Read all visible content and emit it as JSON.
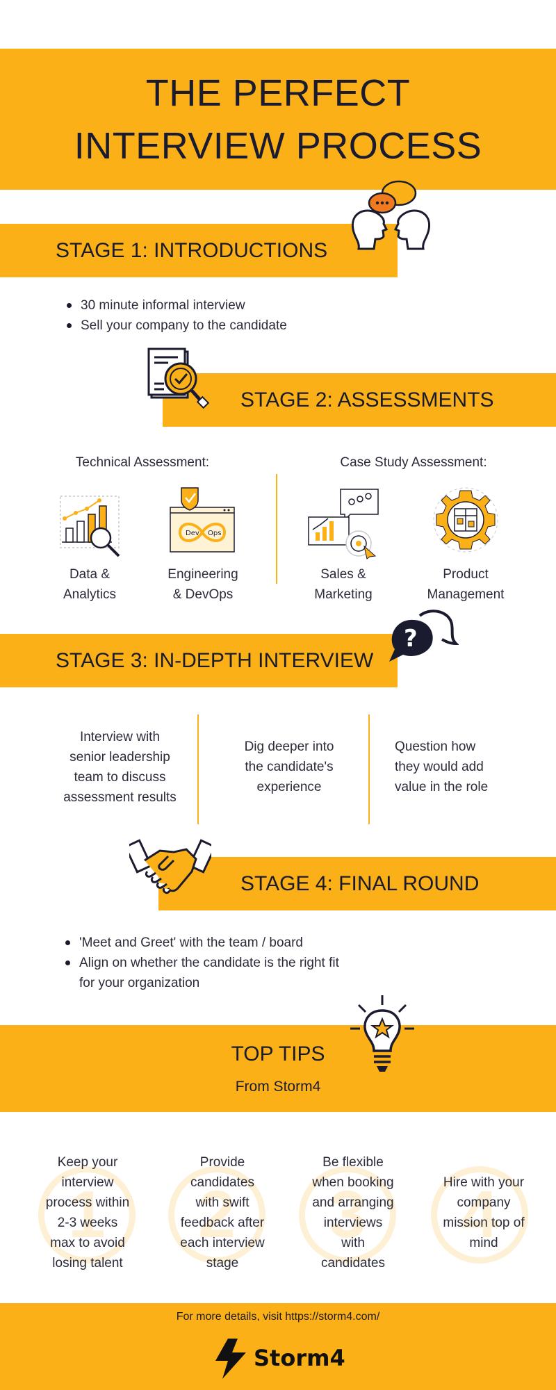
{
  "title": {
    "line1": "THE PERFECT",
    "line2": "INTERVIEW PROCESS"
  },
  "stage1": {
    "title": "STAGE 1: INTRODUCTIONS",
    "bullets": [
      "30 minute informal interview",
      "Sell your company to the candidate"
    ],
    "icon": "heads-speech-bubble-icon"
  },
  "stage2": {
    "title": "STAGE 2: ASSESSMENTS",
    "icon": "document-magnifier-check-icon",
    "technical_heading": "Technical Assessment:",
    "case_heading": "Case Study Assessment:",
    "items": [
      {
        "line1": "Data &",
        "line2": "Analytics",
        "icon": "chart-magnifier-icon"
      },
      {
        "line1": "Engineering",
        "line2": "& DevOps",
        "icon": "devops-infinity-icon"
      },
      {
        "line1": "Sales &",
        "line2": "Marketing",
        "icon": "sales-chart-target-icon"
      },
      {
        "line1": "Product",
        "line2": "Management",
        "icon": "gear-box-icon"
      }
    ]
  },
  "stage3": {
    "title": "STAGE 3: IN-DEPTH INTERVIEW",
    "icon": "question-speech-bubble-icon",
    "columns": [
      [
        "Interview with",
        "senior leadership",
        "team to discuss",
        "assessment results"
      ],
      [
        "Dig deeper into",
        "the candidate's",
        "experience"
      ],
      [
        "Question how",
        "they would add",
        "value in the role"
      ]
    ]
  },
  "stage4": {
    "title": "STAGE 4: FINAL ROUND",
    "icon": "handshake-icon",
    "bullets": [
      "'Meet and Greet' with the team / board",
      "Align on whether the candidate is the right fit for your organization"
    ],
    "bullet2_line1": "Align on whether the candidate is the right fit",
    "bullet2_line2": "for your organization"
  },
  "tips": {
    "title": "TOP TIPS",
    "subtitle": "From Storm4",
    "icon": "lightbulb-star-icon",
    "items": [
      {
        "number": "1",
        "lines": [
          "Keep your",
          "interview",
          "process within",
          "2-3 weeks",
          "max to avoid",
          "losing talent"
        ]
      },
      {
        "number": "2",
        "lines": [
          "Provide",
          "candidates",
          "with swift",
          "feedback after",
          "each interview",
          "stage"
        ]
      },
      {
        "number": "3",
        "lines": [
          "Be flexible",
          "when booking",
          "and arranging",
          "interviews",
          "with",
          "candidates"
        ]
      },
      {
        "number": "4",
        "lines": [
          "Hire with your",
          "company",
          "mission top of",
          "mind"
        ]
      }
    ]
  },
  "footer": {
    "text": "For more details, visit https://storm4.com/",
    "brand": "Storm4",
    "logo_icon": "lightning-bolt-icon"
  },
  "colors": {
    "accent": "#fbb017",
    "text": "#1b1b2f",
    "faint_accent": "#fdf0d5",
    "bubble_orange": "#f07b1f"
  }
}
